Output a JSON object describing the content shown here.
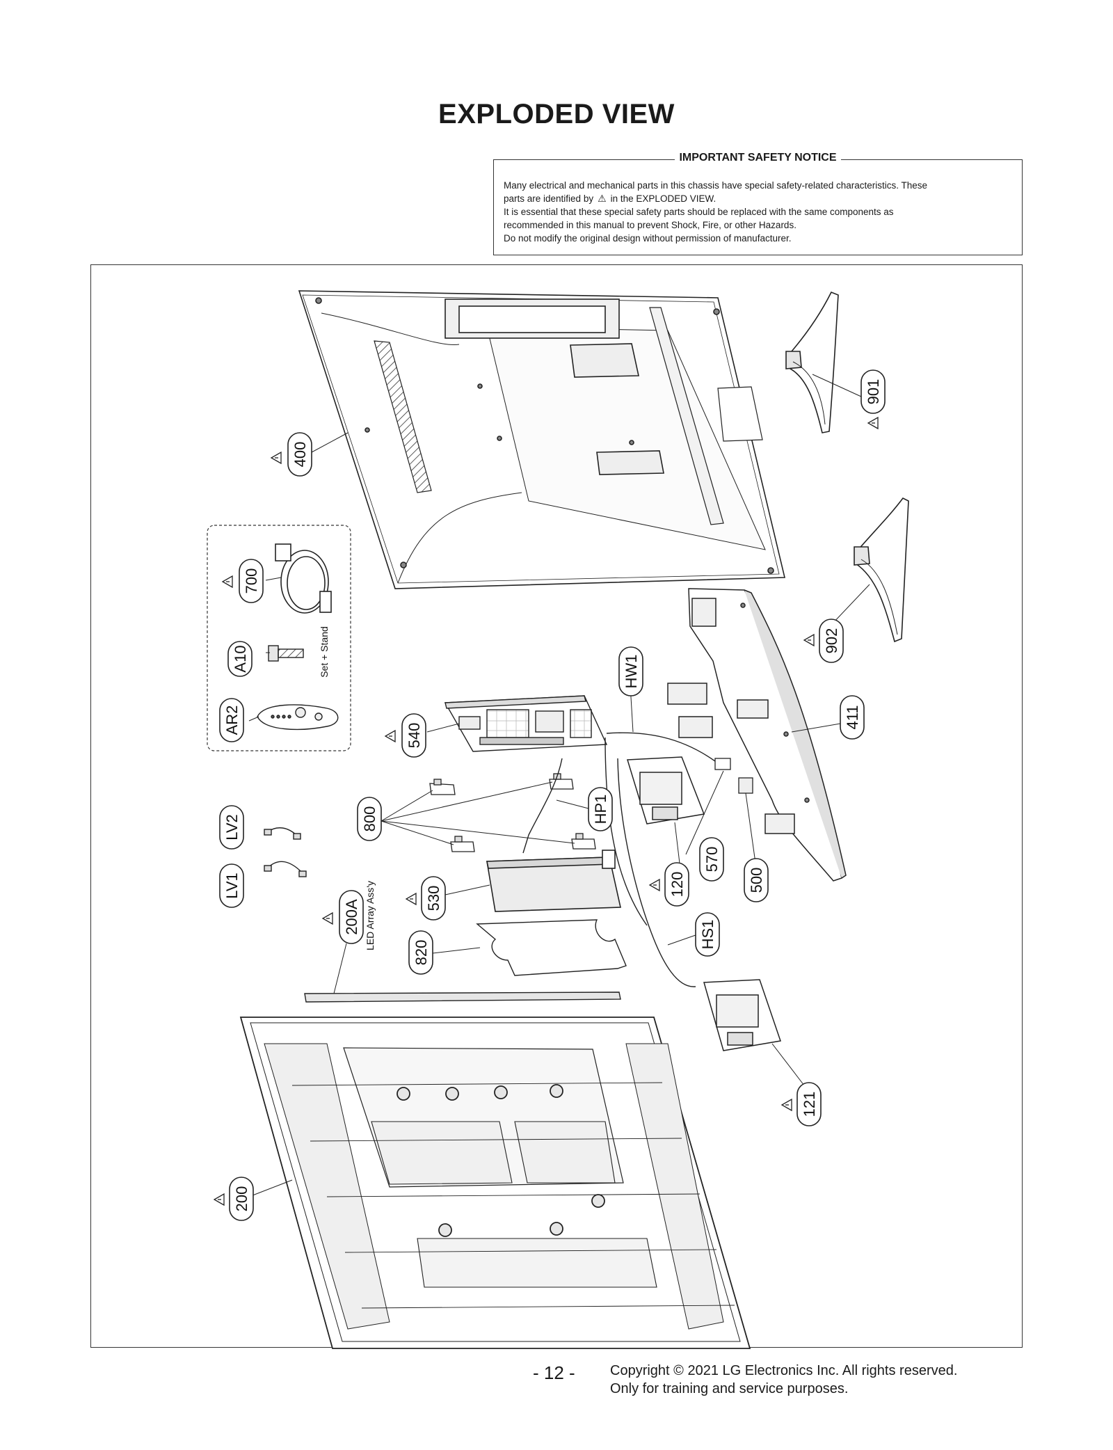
{
  "title": "EXPLODED VIEW",
  "notice": {
    "heading": "IMPORTANT SAFETY NOTICE",
    "line1": "Many electrical and mechanical parts in this chassis have special safety-related characteristics. These",
    "line2a": "parts are identified by",
    "line2b": "in the EXPLODED VIEW.",
    "line3": "It is essential that these special safety parts should be replaced with the same components as",
    "line4": "recommended in this manual to prevent Shock, Fire, or other Hazards.",
    "line5": "Do not modify the original design without permission of manufacturer.",
    "warning_symbol": "⚠"
  },
  "labels": {
    "p400": "400",
    "p901": "901",
    "p902": "902",
    "p411": "411",
    "p700": "700",
    "pA10": "A10",
    "pAR2": "AR2",
    "pHW1": "HW1",
    "p540": "540",
    "p800": "800",
    "pHP1": "HP1",
    "pLV2": "LV2",
    "pLV1": "LV1",
    "p570": "570",
    "p500": "500",
    "p120": "120",
    "p530": "530",
    "p200A": "200A",
    "pHS1": "HS1",
    "p820": "820",
    "p121": "121",
    "p200": "200"
  },
  "side_text": {
    "set_stand": "Set + Stand",
    "led_array": "LED Array Ass'y"
  },
  "footer": {
    "page": "- 12 -",
    "copyright": "Copyright © 2021 LG Electronics Inc. All rights reserved.",
    "training": "Only for training and service purposes."
  },
  "colors": {
    "line": "#222222",
    "fill_light": "#f4f4f4",
    "fill_mid": "#dcdcdc"
  }
}
